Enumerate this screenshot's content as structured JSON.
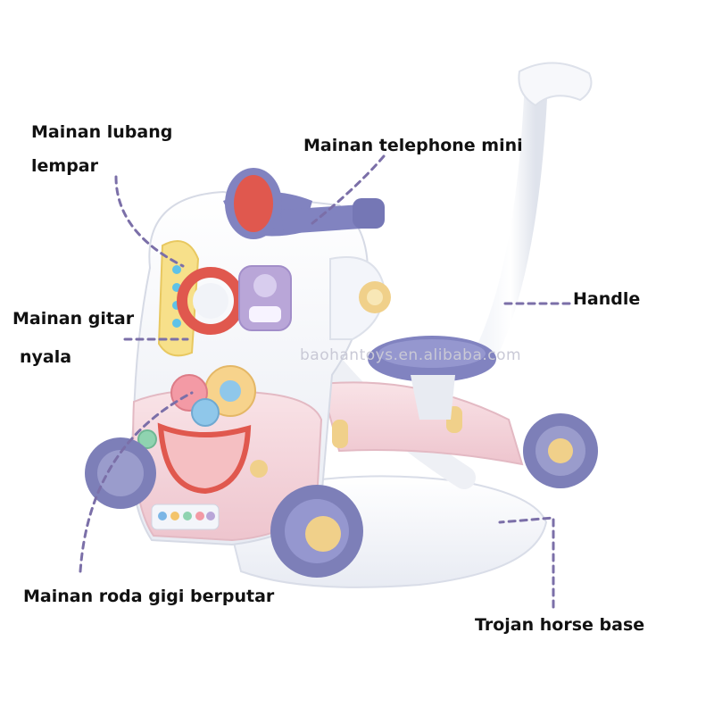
{
  "labels": {
    "hole_toy_line1": "Mainan lubang",
    "hole_toy_line2": "lempar",
    "phone_toy": "Mainan telephone mini",
    "handle": "Handle",
    "guitar_toy_line1": "Mainan gitar",
    "guitar_toy_line2": "nyala",
    "gear_toy": "Mainan roda gigi berputar",
    "base": "Trojan horse base"
  },
  "watermark": "baohantoys.en.alibaba.com",
  "colors": {
    "leader_line": "#7b6fa8",
    "wheel": "#7d7fb8",
    "hub": "#f0d08a",
    "body_white": "#f6f7fb",
    "body_pink": "#f5d6dc",
    "seat": "#8183c0",
    "red_accent": "#e0584e",
    "yellow_toy": "#f7e08a",
    "purple_toy": "#b9a6d8"
  }
}
